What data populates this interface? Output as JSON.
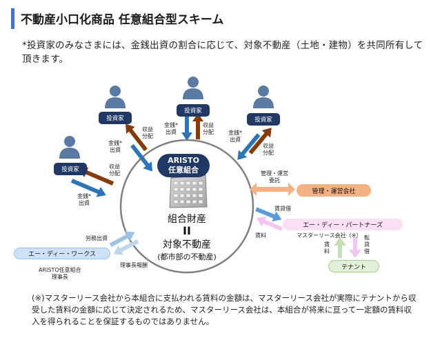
{
  "header": {
    "title": "不動産小口化商品 任意組合型スキーム",
    "intro": "*投資家のみなさまには、金銭出資の割合に応じて、対象不動産（土地・建物）を共同所有して頂きます。"
  },
  "diagram": {
    "investor_label": "投資家",
    "flows": {
      "cash_line1": "金銭*",
      "cash_line2": "出資",
      "return_line1": "収益",
      "return_line2": "分配"
    },
    "partnership": {
      "line1": "ARISTO",
      "line2": "任意組合"
    },
    "asset": {
      "line1": "組合財産",
      "eq": "II",
      "line2": "対象不動産",
      "line3": "(都市部の不動産)"
    },
    "management": {
      "company": "管理・運営会社",
      "flow_line1": "管理・運営",
      "flow_line2": "委託"
    },
    "master_lease": {
      "company": "エー・ディー・パートナーズ",
      "sub": "マスターリース会社（※）",
      "lease_label": "賃貸借",
      "rent_label": "賃料",
      "rent_v_line1": "賃",
      "rent_v_line2": "料",
      "sublease_line1": "転",
      "sublease_line2": "貸",
      "sublease_line3": "借"
    },
    "tenant": {
      "label": "テナント"
    },
    "works": {
      "company": "エー・ディー・ワークス",
      "labor_label": "労務出資",
      "fee_label": "理事長報酬",
      "director_line1": "ARISTO任意組合",
      "director_line2": "理事長"
    }
  },
  "footnote": "(※)マスターリース会社から本組合に支払われる賃料の金額は、マスターリース会社が実際にテナントから収受した賃料の金額に応じて決定されるため、マスターリース会社は、本組合が将来に亘って一定額の賃料収入を得られることを保証するものではありません。",
  "colors": {
    "investor": "#1f3864",
    "investor_icon": "#5b7aa3",
    "cash_arrow": "#2e75b6",
    "return_arrow": "#843c0c",
    "management": "#f4b183",
    "master_lease": "#fadff5",
    "lease_arrow": "#5b9bd5",
    "rent_arrow": "#f4c6ef",
    "works": "#cfe1f6",
    "tenant": "#e2efd9",
    "tenant_arrow": "#c5e0b4"
  }
}
